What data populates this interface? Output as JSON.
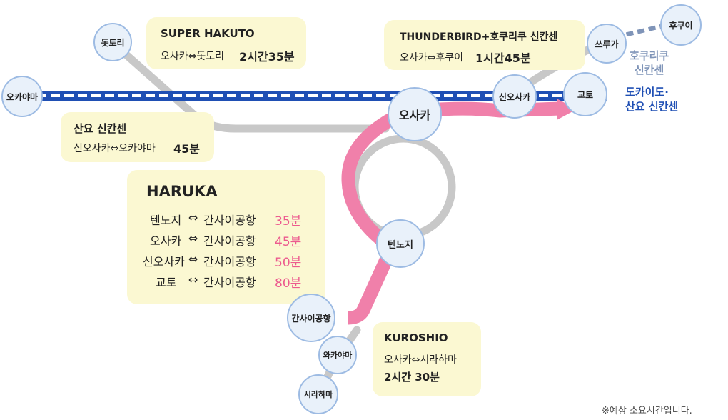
{
  "stations": {
    "tottori": "돗토리",
    "okayama": "오카야마",
    "osaka": "오사카",
    "shin_osaka": "신오사카",
    "kyoto": "교토",
    "tsuruga": "쓰루가",
    "fukui": "후쿠이",
    "tennoji": "텐노지",
    "kansai_airport": "간사이공항",
    "wakayama": "와카야마",
    "shirahama": "시라하마"
  },
  "line_labels": {
    "hokuriku_shinkansen": [
      "호쿠리쿠",
      "신칸센"
    ],
    "tokaido_sanyo": [
      "도카이도·",
      "산요 신칸센"
    ]
  },
  "super_hakuto": {
    "title": "SUPER HAKUTO",
    "route": "오사카⇔돗토리",
    "time": "2시간35분"
  },
  "thunderbird": {
    "title": "THUNDERBIRD+호쿠리쿠 신칸센",
    "route": "오사카⇔후쿠이",
    "time": "1시간45분"
  },
  "sanyo": {
    "title": "산요 신칸센",
    "route": "신오사카⇔오카야마",
    "time": "45분"
  },
  "haruka": {
    "title": "HARUKA",
    "arrow": "⇔",
    "destination": "간사이공항",
    "rows": [
      {
        "from": "텐노지",
        "time": "35분"
      },
      {
        "from": "오사카",
        "time": "45분"
      },
      {
        "from": "신오사카",
        "time": "50분"
      },
      {
        "from": "교토",
        "time": "80분"
      }
    ]
  },
  "kuroshio": {
    "title": "KUROSHIO",
    "route": "오사카⇔시라하마",
    "time": "2시간 30분"
  },
  "footnote": "※예상 소요시간입니다.",
  "colors": {
    "shinkansen": "#1f4fb4",
    "jr_line": "#c8c8c8",
    "haruka_line": "#f080aa",
    "hokuriku_dashed": "#7f94b8",
    "station_fill": "#e9f1fa",
    "station_border": "#9dbbe3",
    "info_box": "#fbf8d2",
    "time_highlight": "#ec5a8e",
    "label_blue": "#1f4fb4",
    "label_gray": "#7f94b8"
  }
}
